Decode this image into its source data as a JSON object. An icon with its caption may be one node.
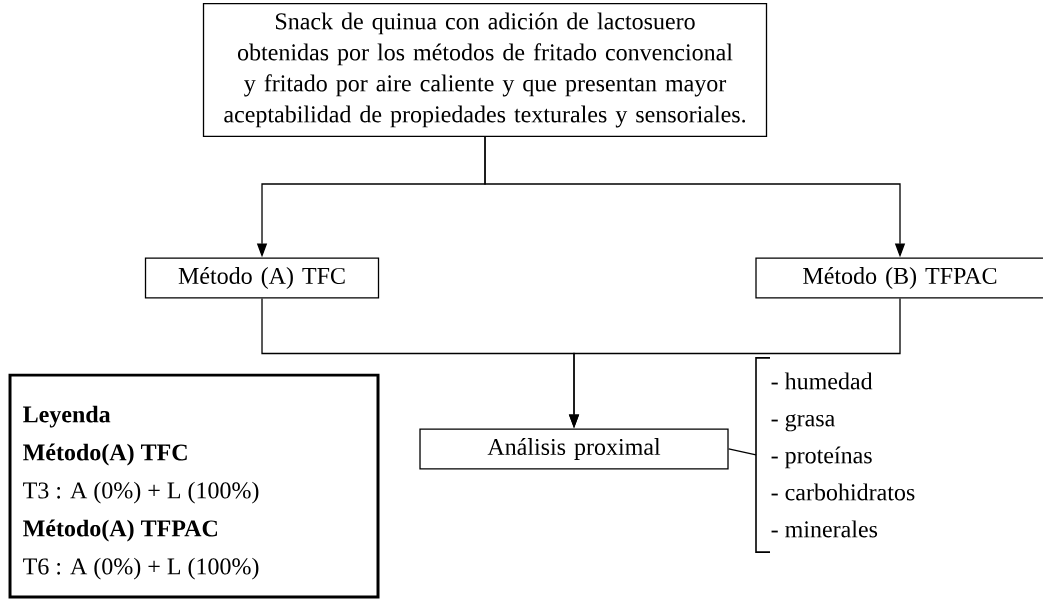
{
  "diagram": {
    "nodes": [
      {
        "text": [
          "Snack de quinua con adición de lactosuero obtenidas por los métodos de fritado convencional y fritado por aire caliente y que presentan mayor aceptabilidad de propiedades texturales y sensoriales."
        ]
      },
      {
        "text": [
          "Método (A) TFC"
        ]
      },
      {
        "text": [
          "Método (B) TFPAC"
        ]
      },
      {
        "text": [
          "Análisis proximal"
        ]
      },
      {
        "text": [
          "- humedad",
          "- grasa",
          "- proteínas",
          "- carbohidratos",
          "- minerales"
        ]
      },
      {
        "text": [
          "Leyenda",
          "Método(A) TFC",
          "T3 : A (0%) + L (100%)",
          "Método(A) TFPAC",
          "T6 : A (0%) + L (100%)"
        ]
      }
    ],
    "edges": [
      {
        "from": 0,
        "to": 1,
        "arrow": "to"
      },
      {
        "from": 0,
        "to": 2,
        "arrow": "to"
      },
      {
        "from": 1,
        "to": 3,
        "arrow": "to"
      },
      {
        "from": 2,
        "to": 3,
        "arrow": "to"
      },
      {
        "from": 3,
        "to": 4,
        "arrow": "none"
      }
    ]
  }
}
